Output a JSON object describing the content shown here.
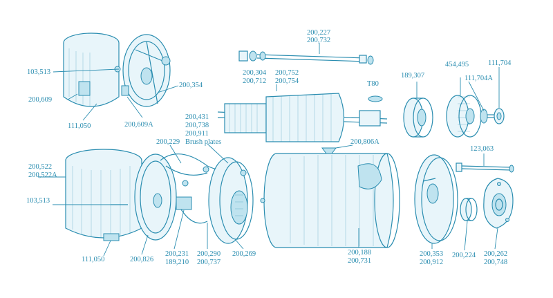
{
  "labels": {
    "l_200227": "200,227",
    "l_200732_top": "200,732",
    "l_200304": "200,304",
    "l_200752": "200,752",
    "l_200712": "200,712",
    "l_200754": "200,754",
    "l_t80": "T80",
    "l_189307": "189,307",
    "l_454495": "454,495",
    "l_111704": "111,704",
    "l_111704a": "111,704A",
    "l_103513_top": "103,513",
    "l_200354": "200,354",
    "l_200609": "200,609",
    "l_111050_top": "111,050",
    "l_200609a": "200,609A",
    "l_200431": "200,431",
    "l_200738": "200,738",
    "l_200911": "200,911",
    "l_brush": "Brush plates",
    "l_200229": "200,229",
    "l_200806a": "200,806A",
    "l_200522": "200,522",
    "l_200522a": "200,522A",
    "l_123063": "123,063",
    "l_103513_bot": "103,513",
    "l_111050_bot": "111,050",
    "l_200826": "200,826",
    "l_200231": "200,231",
    "l_189210": "189,210",
    "l_200290": "200,290",
    "l_200737": "200,737",
    "l_200269": "200,269",
    "l_200188": "200,188",
    "l_200731": "200,731",
    "l_200353": "200,353",
    "l_200912": "200,912",
    "l_200224": "200,224",
    "l_200262": "200,262",
    "l_200748": "200,748"
  },
  "colors": {
    "ink": "#2a8db0",
    "paper": "#ffffff"
  }
}
